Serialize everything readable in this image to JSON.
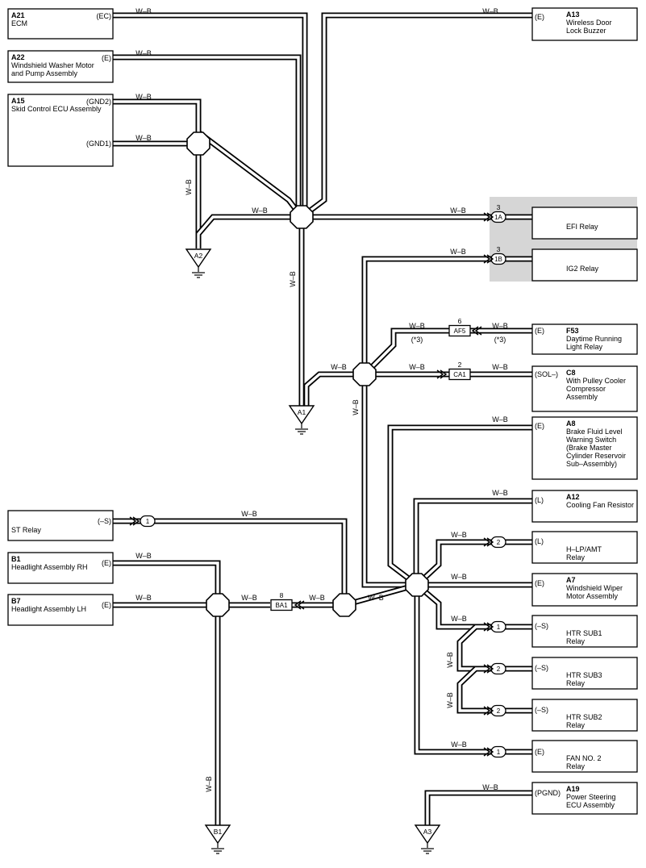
{
  "wire_color": "W–B",
  "components": [
    {
      "key": "a21",
      "id": "A21",
      "name": [
        "ECM"
      ],
      "pins": [
        "(EC)"
      ]
    },
    {
      "key": "a22",
      "id": "A22",
      "name": [
        "Windshield Washer Motor",
        "and Pump Assembly"
      ],
      "pins": [
        "(E)"
      ]
    },
    {
      "key": "a15",
      "id": "A15",
      "name": [
        "Skid Control ECU Assembly"
      ],
      "pins": [
        "(GND2)",
        "(GND1)"
      ]
    },
    {
      "key": "a13",
      "id": "A13",
      "name": [
        "Wireless Door",
        "Lock Buzzer"
      ],
      "pins": [
        "(E)"
      ]
    },
    {
      "key": "efi",
      "id": "",
      "name": [
        "EFI Relay"
      ],
      "pins": []
    },
    {
      "key": "ig2",
      "id": "",
      "name": [
        "IG2 Relay"
      ],
      "pins": []
    },
    {
      "key": "f53",
      "id": "F53",
      "name": [
        "Daytime Running",
        "Light Relay"
      ],
      "pins": [
        "(E)"
      ]
    },
    {
      "key": "c8",
      "id": "C8",
      "name": [
        "With Pulley Cooler",
        "Compressor",
        "Assembly"
      ],
      "pins": [
        "(SOL–)"
      ]
    },
    {
      "key": "a8",
      "id": "A8",
      "name": [
        "Brake Fluid Level",
        "Warning Switch",
        "(Brake Master",
        " Cylinder Reservoir",
        " Sub–Assembly)"
      ],
      "pins": [
        "(E)"
      ]
    },
    {
      "key": "a12",
      "id": "A12",
      "name": [
        "Cooling Fan Resistor"
      ],
      "pins": [
        "(L)"
      ]
    },
    {
      "key": "hlp",
      "id": "",
      "name": [
        "H–LP/AMT",
        "Relay"
      ],
      "pins": [
        "(L)"
      ]
    },
    {
      "key": "a7",
      "id": "A7",
      "name": [
        "Windshield Wiper",
        "Motor Assembly"
      ],
      "pins": [
        "(E)"
      ]
    },
    {
      "key": "htr1",
      "id": "",
      "name": [
        "HTR SUB1",
        "Relay"
      ],
      "pins": [
        "(–S)"
      ]
    },
    {
      "key": "htr3",
      "id": "",
      "name": [
        "HTR SUB3",
        "Relay"
      ],
      "pins": [
        "(–S)"
      ]
    },
    {
      "key": "htr2",
      "id": "",
      "name": [
        "HTR SUB2",
        "Relay"
      ],
      "pins": [
        "(–S)"
      ]
    },
    {
      "key": "fan2",
      "id": "",
      "name": [
        "FAN NO. 2",
        "Relay"
      ],
      "pins": [
        "(E)"
      ]
    },
    {
      "key": "a19",
      "id": "A19",
      "name": [
        "Power Steering",
        "ECU Assembly"
      ],
      "pins": [
        "(PGND)"
      ]
    },
    {
      "key": "st",
      "id": "",
      "name": [
        "ST Relay"
      ],
      "pins": [
        "(–S)"
      ]
    },
    {
      "key": "b1",
      "id": "B1",
      "name": [
        "Headlight Assembly RH"
      ],
      "pins": [
        "(E)"
      ]
    },
    {
      "key": "b7",
      "id": "B7",
      "name": [
        "Headlight Assembly LH"
      ],
      "pins": [
        "(E)"
      ]
    }
  ],
  "inline_connectors": [
    {
      "key": "1a",
      "label": "1A",
      "pin": "3",
      "shape": "oval"
    },
    {
      "key": "1b",
      "label": "1B",
      "pin": "3",
      "shape": "oval"
    },
    {
      "key": "af5",
      "label": "AF5",
      "pin": "6",
      "shape": "rect"
    },
    {
      "key": "ca1",
      "label": "CA1",
      "pin": "2",
      "shape": "rect"
    },
    {
      "key": "ba1",
      "label": "BA1",
      "pin": "8",
      "shape": "rect"
    },
    {
      "key": "st1",
      "label": "1",
      "pin": "",
      "shape": "oval"
    },
    {
      "key": "hlp2",
      "label": "2",
      "pin": "",
      "shape": "oval"
    },
    {
      "key": "htr1c",
      "label": "1",
      "pin": "",
      "shape": "oval"
    },
    {
      "key": "htr3c",
      "label": "2",
      "pin": "",
      "shape": "oval"
    },
    {
      "key": "htr2c",
      "label": "2",
      "pin": "",
      "shape": "oval"
    },
    {
      "key": "fan2c",
      "label": "1",
      "pin": "",
      "shape": "oval"
    }
  ],
  "grounds": [
    "A2",
    "A1",
    "A3",
    "B1"
  ],
  "notes": [
    "(*3)",
    "(*3)"
  ]
}
